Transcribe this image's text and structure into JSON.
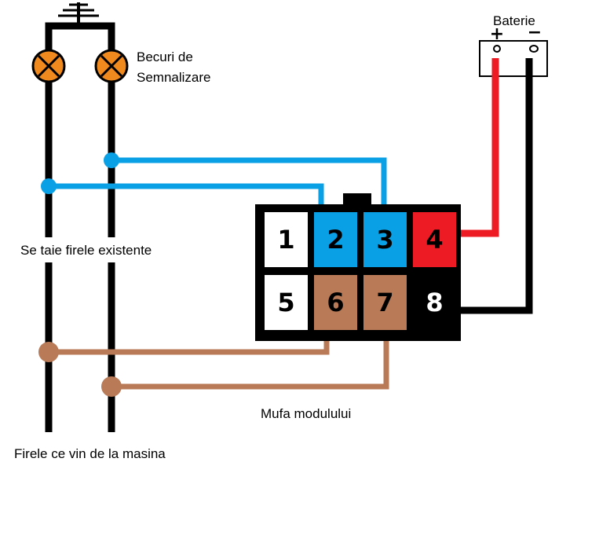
{
  "labels": {
    "bulbs_line1": "Becuri de",
    "bulbs_line2": "Semnalizare",
    "battery": "Baterie",
    "cut_wires": "Se taie firele existente",
    "module_plug": "Mufa modulului",
    "car_wires": "Firele ce vin de la masina"
  },
  "battery_terminals": {
    "plus": "+",
    "minus": "−"
  },
  "pins": [
    {
      "label": "1",
      "color": "#ffffff",
      "text_color": "#000000"
    },
    {
      "label": "2",
      "color": "#0aa0e6",
      "text_color": "#000000"
    },
    {
      "label": "3",
      "color": "#0aa0e6",
      "text_color": "#000000"
    },
    {
      "label": "4",
      "color": "#ed1c24",
      "text_color": "#000000"
    },
    {
      "label": "5",
      "color": "#ffffff",
      "text_color": "#000000"
    },
    {
      "label": "6",
      "color": "#b97a57",
      "text_color": "#000000"
    },
    {
      "label": "7",
      "color": "#b97a57",
      "text_color": "#000000"
    },
    {
      "label": "8",
      "color": "#000000",
      "text_color": "#ffffff"
    }
  ],
  "colors": {
    "wire_black": "#000000",
    "wire_blue": "#0aa0e6",
    "wire_red": "#ed1c24",
    "wire_brown": "#b97a57",
    "bulb": "#f08a1e"
  }
}
